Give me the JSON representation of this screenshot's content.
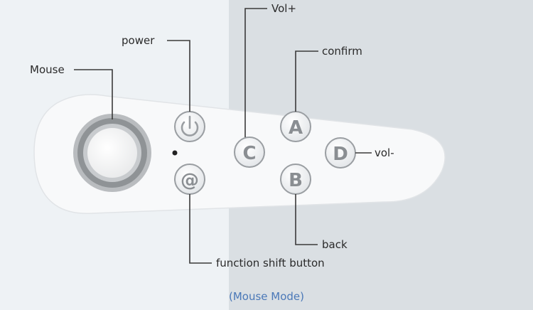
{
  "labels": {
    "mouse": "Mouse",
    "power": "power",
    "vol_plus": "Vol+",
    "confirm": "confirm",
    "vol_minus": "vol-",
    "back": "back",
    "function_shift": "function shift button"
  },
  "buttons": {
    "a": "A",
    "b": "B",
    "c": "C",
    "d": "D",
    "at": "@"
  },
  "footer": "(Mouse Mode)",
  "colors": {
    "left_panel": "#eef2f5",
    "right_panel": "#dadfe3",
    "remote_body": "#f7f8f9",
    "button_ring": "#9a9ea2",
    "leader_line": "#3a3a3a",
    "footer_text": "#4a78b8"
  },
  "icons": {
    "power_button": "power-icon"
  }
}
